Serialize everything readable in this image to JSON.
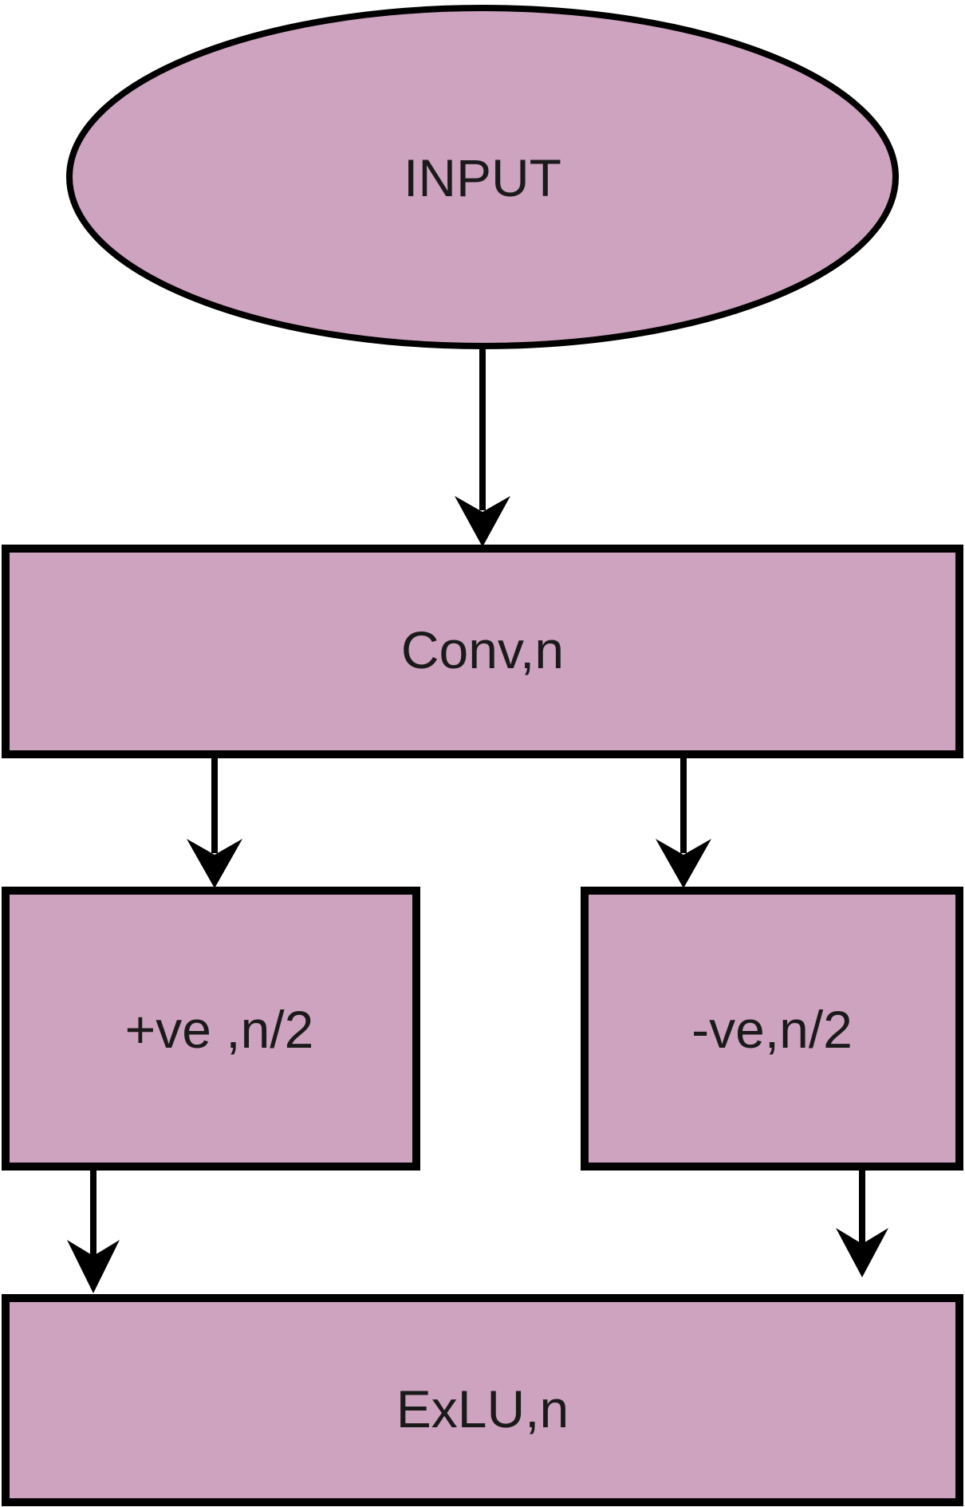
{
  "diagram": {
    "colors": {
      "fill": "#CDA3BF",
      "stroke": "#000000",
      "text": "#1a1a1a"
    },
    "nodes": {
      "input": {
        "label": "INPUT",
        "shape": "ellipse"
      },
      "conv": {
        "label": "Conv,n",
        "shape": "rectangle"
      },
      "positive": {
        "label": "+ve ,n/2",
        "shape": "rectangle"
      },
      "negative": {
        "label": "-ve,n/2",
        "shape": "rectangle"
      },
      "exlu": {
        "label": "ExLU,n",
        "shape": "rectangle"
      }
    },
    "edges": [
      {
        "from": "input",
        "to": "conv"
      },
      {
        "from": "conv",
        "to": "positive"
      },
      {
        "from": "conv",
        "to": "negative"
      },
      {
        "from": "positive",
        "to": "exlu"
      },
      {
        "from": "negative",
        "to": "exlu"
      }
    ]
  }
}
